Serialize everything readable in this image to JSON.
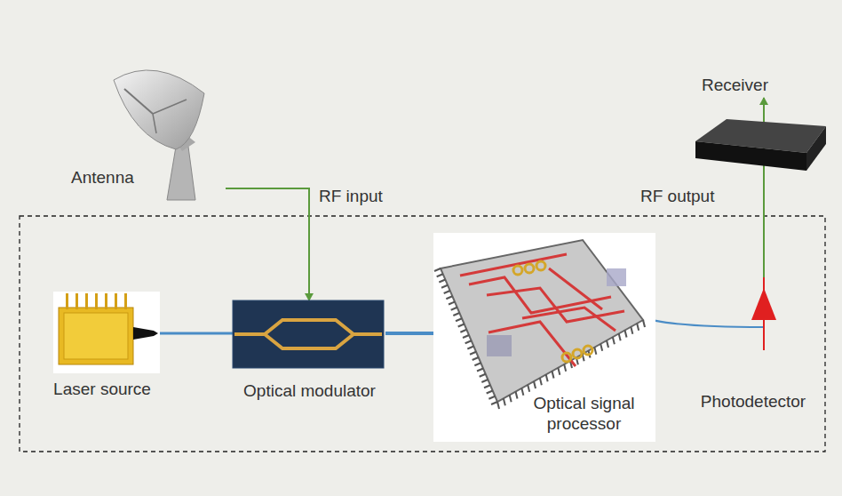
{
  "diagram": {
    "nodes": [
      {
        "text": [
          "Antenna"
        ]
      },
      {
        "text": [
          "Receiver"
        ]
      },
      {
        "text": [
          "Laser source"
        ]
      },
      {
        "text": [
          "Optical modulator"
        ]
      },
      {
        "text": [
          "Optical signal processor"
        ]
      },
      {
        "text": [
          "Photodetector"
        ]
      }
    ],
    "edges": [
      {
        "from": 0,
        "to": 3,
        "label": "RF input",
        "arrow": "to"
      },
      {
        "from": 2,
        "to": 3,
        "arrow": "none"
      },
      {
        "from": 3,
        "to": 4,
        "arrow": "none"
      },
      {
        "from": 4,
        "to": 5,
        "arrow": "none"
      },
      {
        "from": 5,
        "to": 1,
        "label": "RF output",
        "arrow": "to"
      }
    ]
  }
}
